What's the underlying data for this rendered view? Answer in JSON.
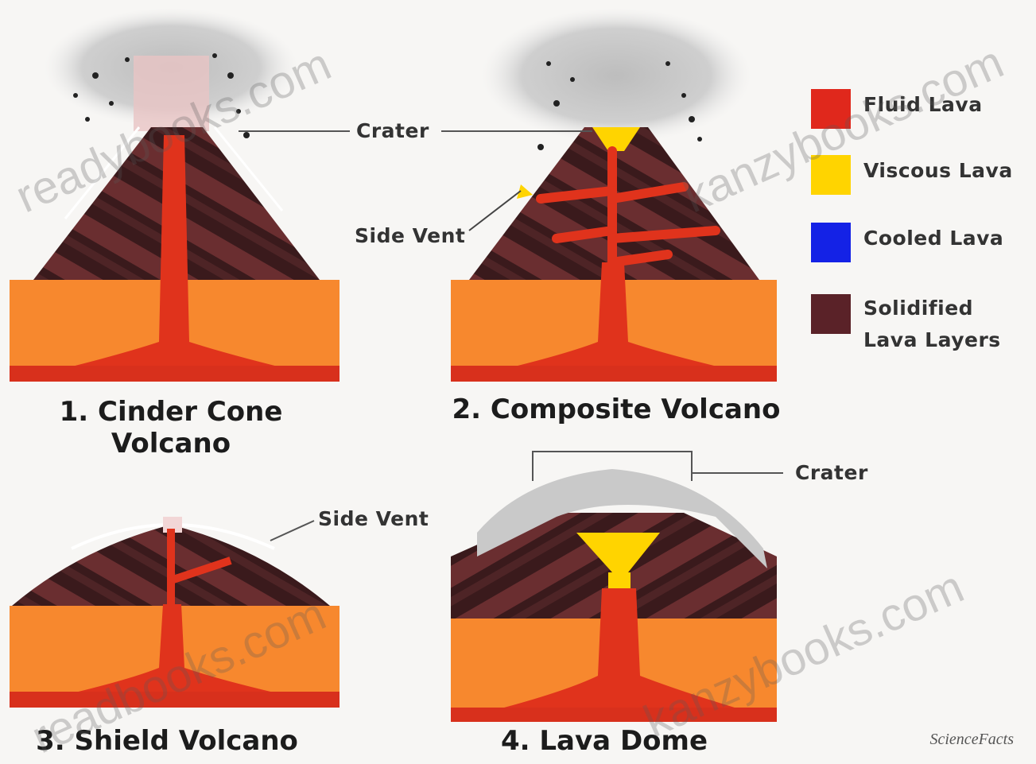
{
  "volcanoes": {
    "cinder_cone": {
      "title": "1. Cinder Cone\nVolcano",
      "label_crater": "Crater"
    },
    "composite": {
      "title": "2. Composite Volcano",
      "label_side_vent": "Side Vent"
    },
    "shield": {
      "title": "3. Shield Volcano",
      "label_side_vent": "Side Vent"
    },
    "lava_dome": {
      "title": "4. Lava Dome",
      "label_crater": "Crater"
    }
  },
  "legend": [
    {
      "label": "Fluid Lava",
      "color": "#e0281c"
    },
    {
      "label": "Viscous Lava",
      "color": "#ffd400"
    },
    {
      "label": "Cooled Lava",
      "color": "#1422e6"
    },
    {
      "label": "Solidified\nLava Layers",
      "color": "#5a2228"
    }
  ],
  "watermarks": [
    "readybooks.com",
    "kanzybooks.com",
    "readbooks.com",
    "kanzybooks.com"
  ],
  "credit": "ScienceFacts"
}
